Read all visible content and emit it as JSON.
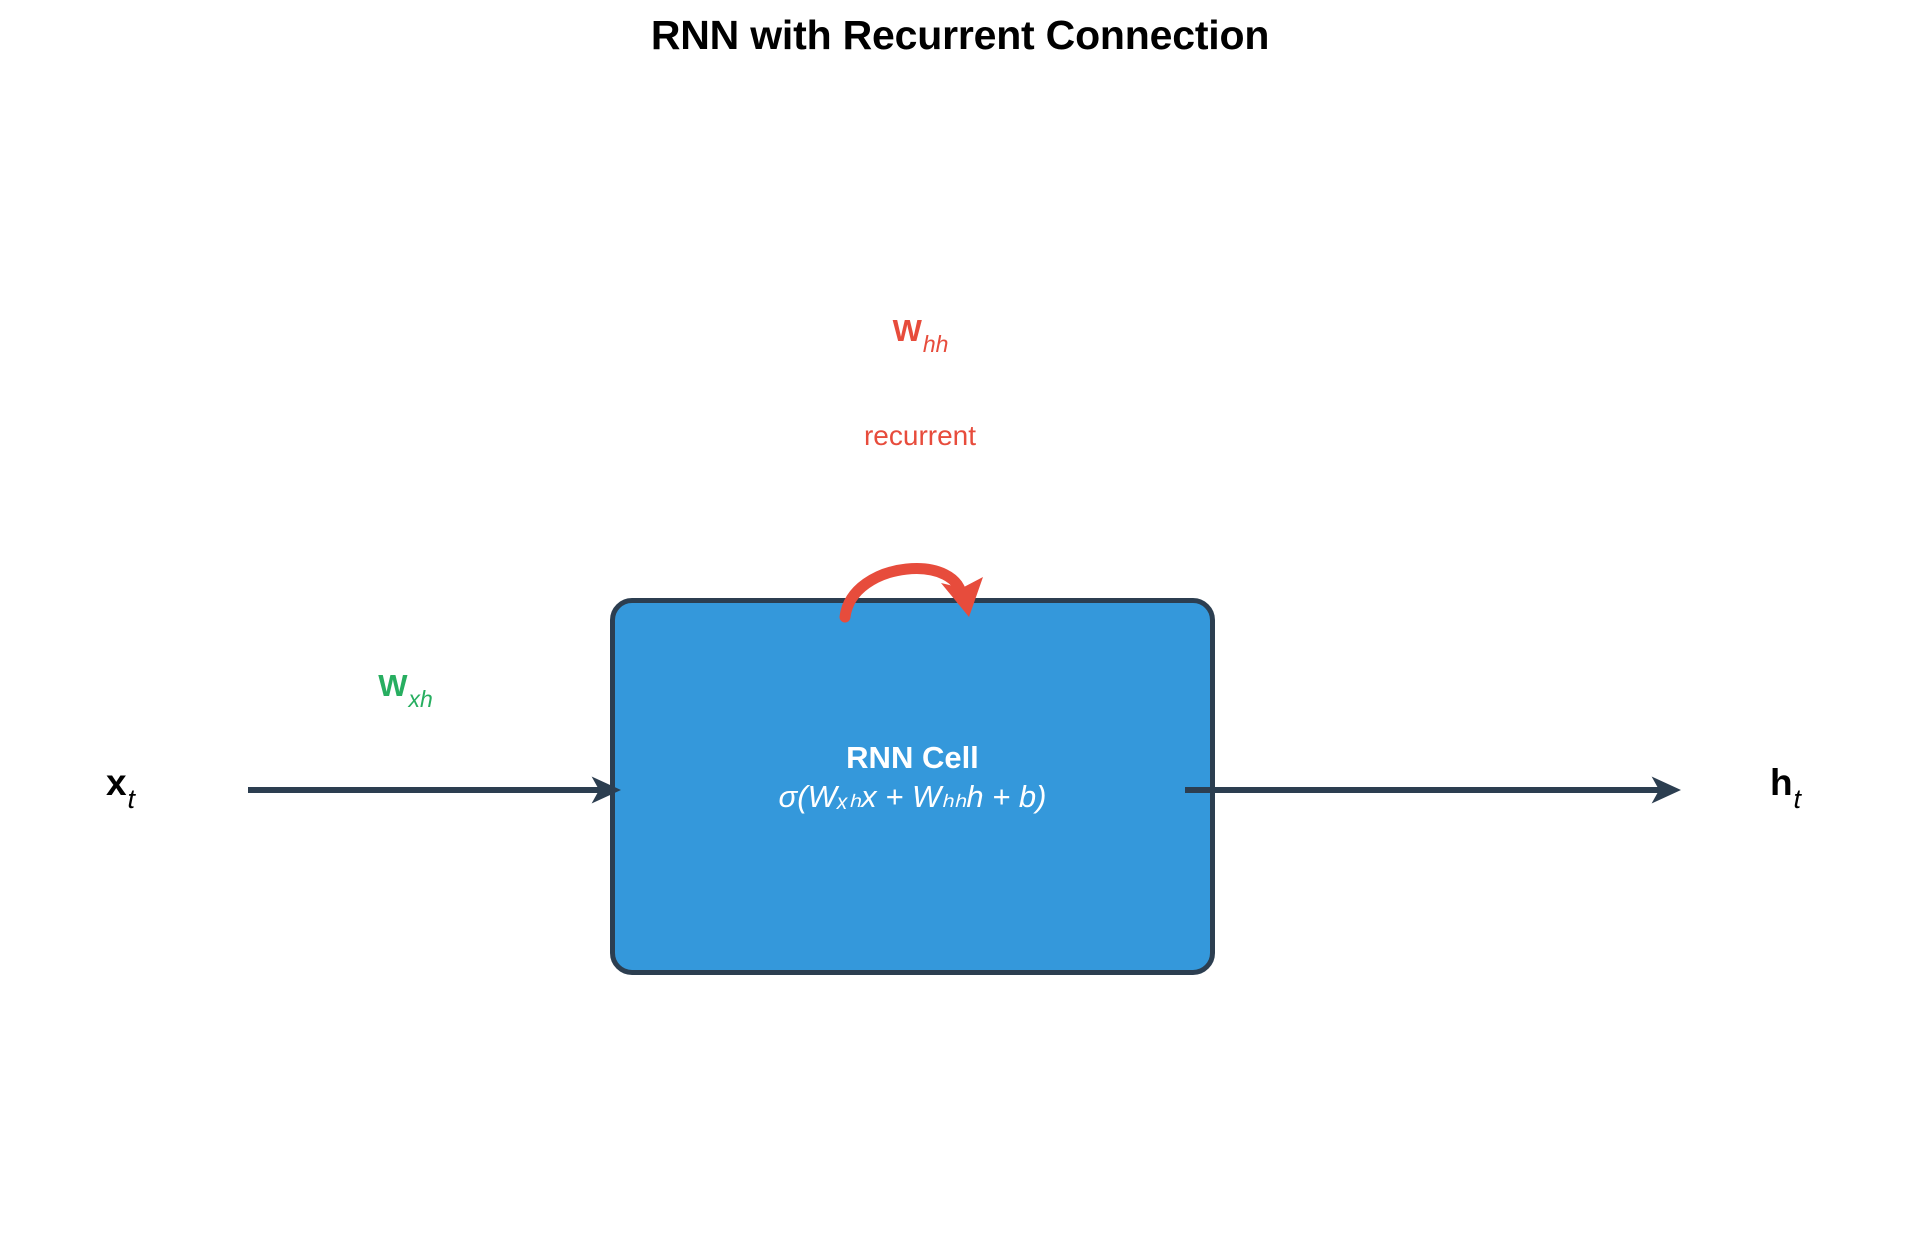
{
  "figure": {
    "title": "RNN with Recurrent Connection",
    "background_color": "#FFFFFF"
  },
  "cell": {
    "title": "RNN Cell",
    "formula": "σ(Wₓₕx + Wₕₕh + b)",
    "fill_color": "#3498DB",
    "border_color": "#2C3E50",
    "text_color": "#FFFFFF"
  },
  "labels": {
    "recurrent_weight": "W",
    "recurrent_weight_sub": "hh",
    "recurrent_weight_color": "#E74C3C",
    "recurrent_caption": "recurrent",
    "input_weight": "W",
    "input_weight_sub": "xh",
    "input_weight_color": "#27AE60",
    "input_var": "x",
    "input_var_sub": "t",
    "output_var": "h",
    "output_var_sub": "t",
    "var_color": "#000000"
  },
  "arrows": {
    "line_color": "#2C3E50",
    "recurrent_arrow_color": "#E74C3C",
    "input_arrow_name": "input-arrow",
    "output_arrow_name": "output-arrow",
    "recurrent_arrow_name": "recurrent-arrow"
  }
}
